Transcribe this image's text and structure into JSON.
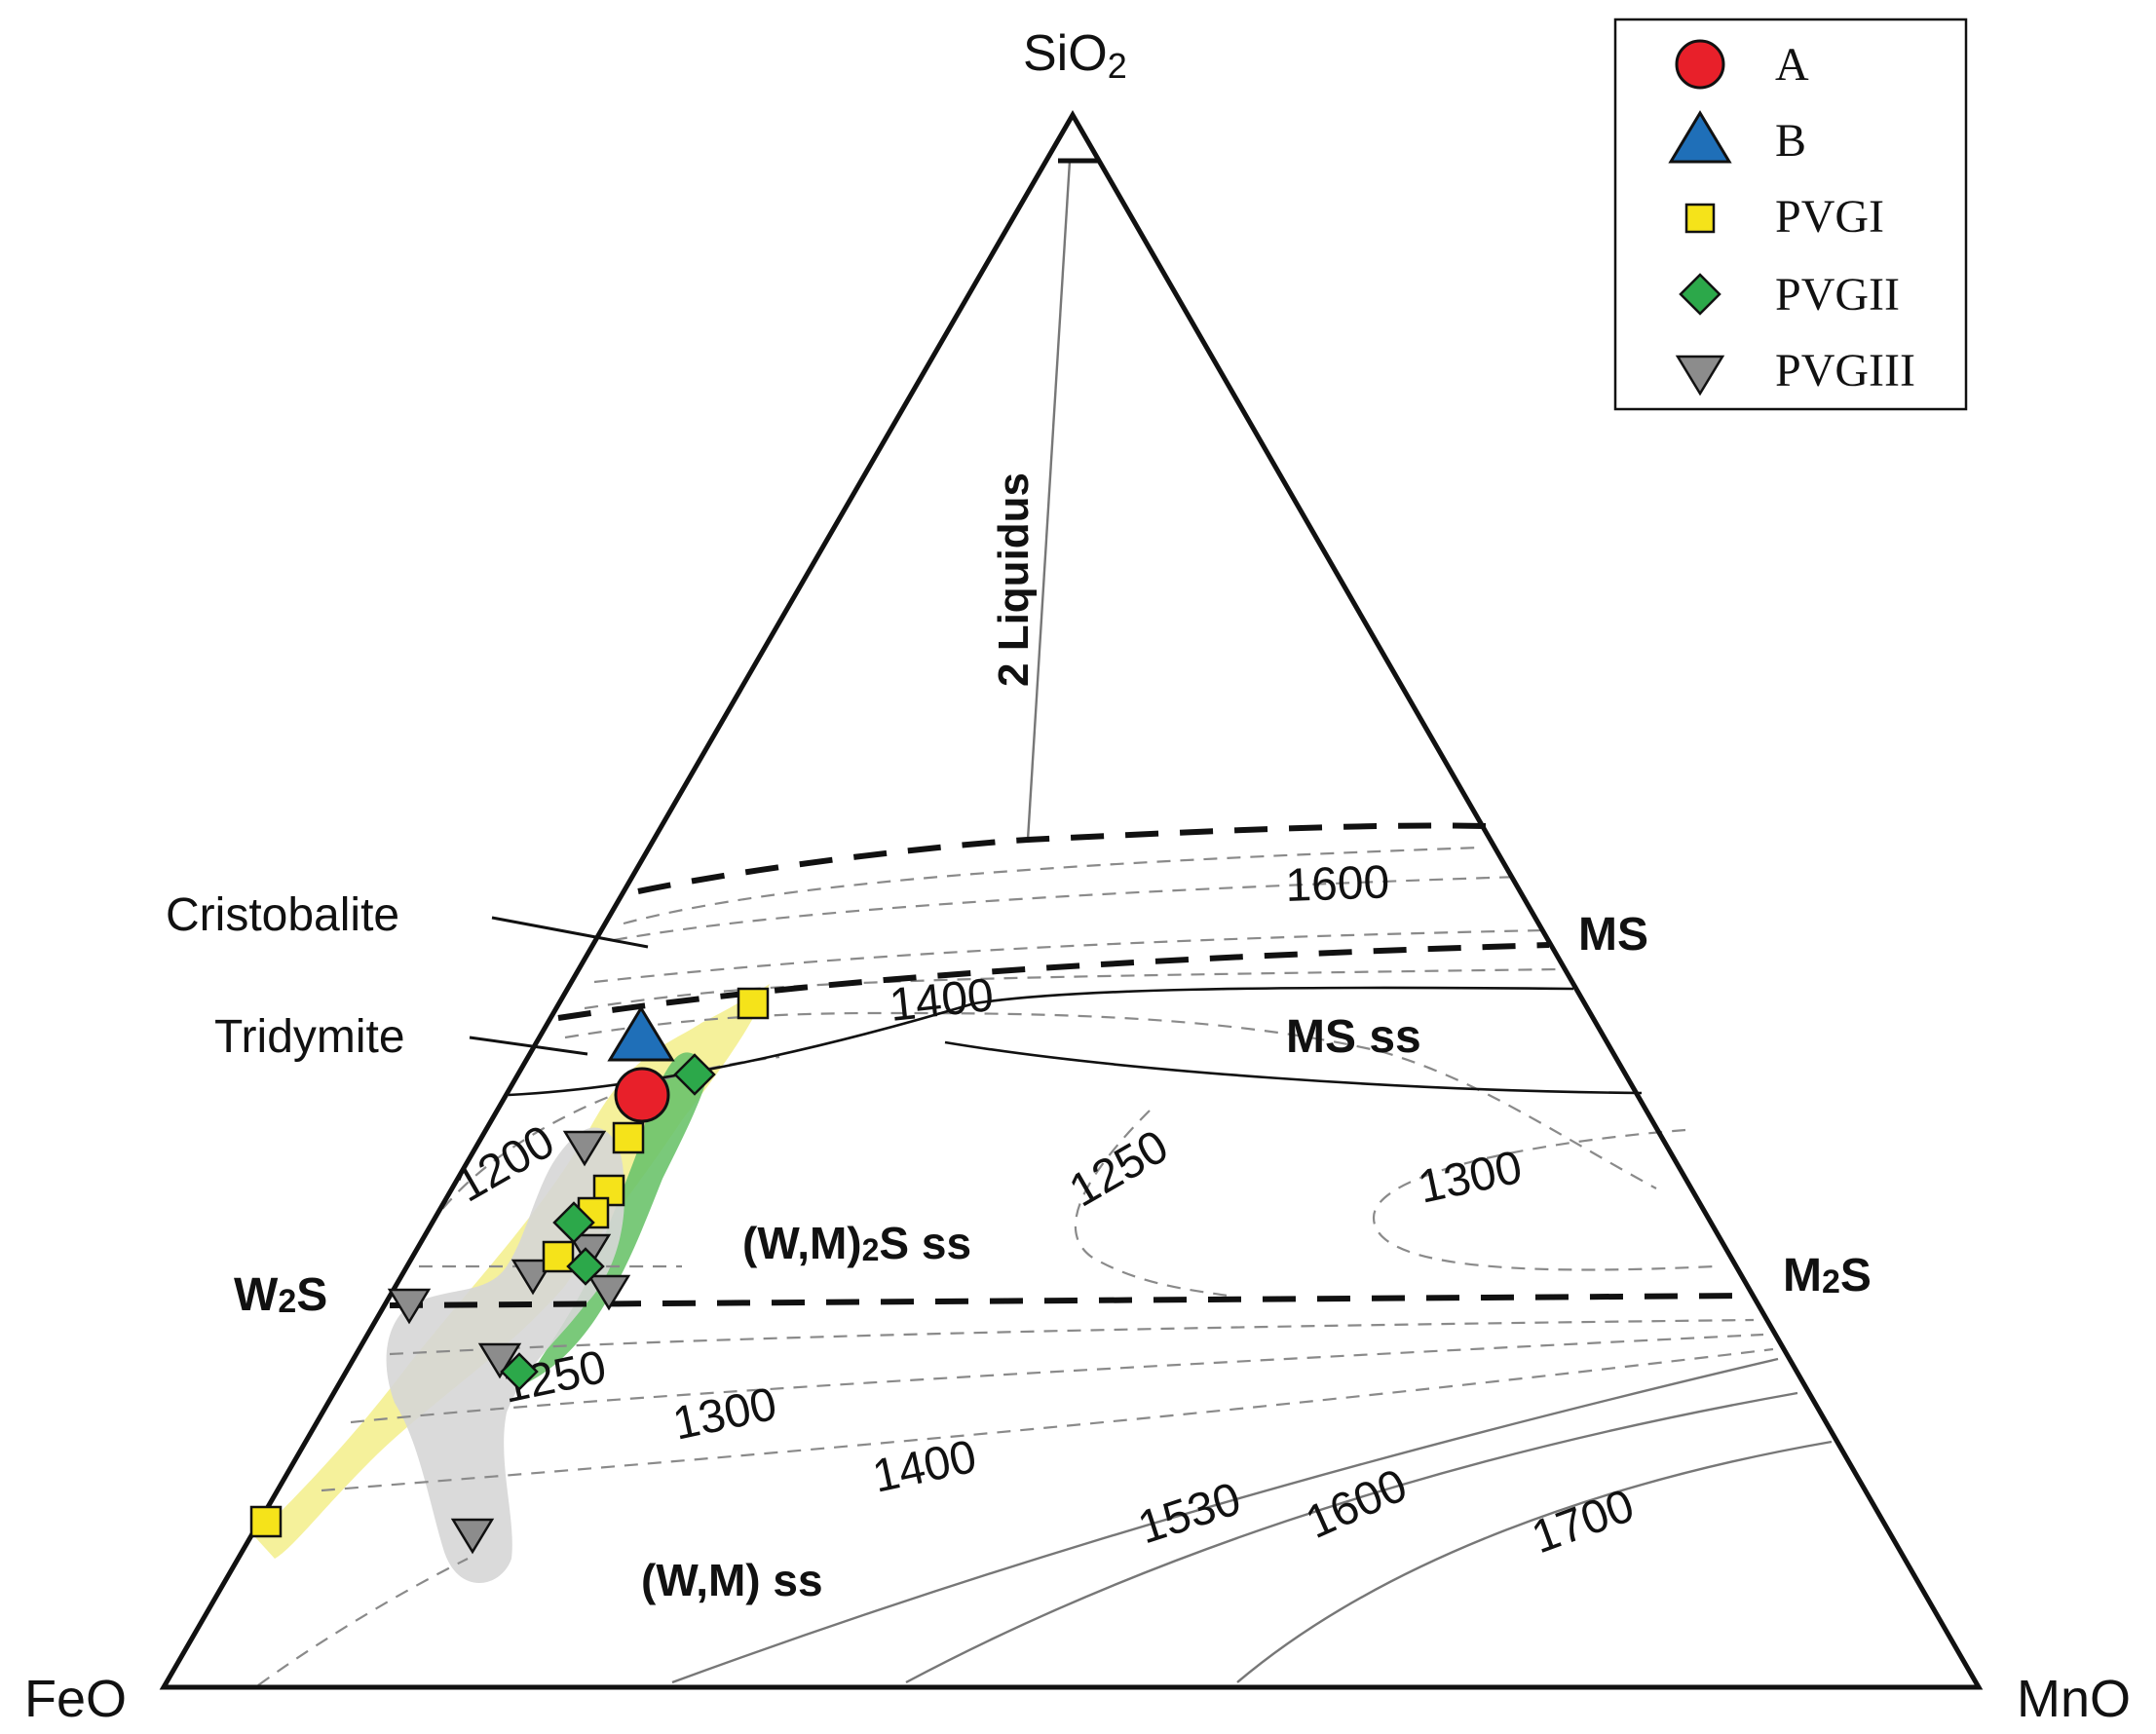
{
  "vertices": {
    "top": "SiO2",
    "left": "FeO",
    "right": "MnO"
  },
  "labels": {
    "liquidus": "2 Liquidus",
    "cristobalite": "Cristobalite",
    "tridymite": "Tridymite",
    "ms": "MS",
    "ms_ss": "MS ss",
    "w2s": "W2S",
    "m2s": "M2S",
    "wm2s_ss": "(W,M)2S ss",
    "wm_ss": "(W,M) ss"
  },
  "isotherms": {
    "t1600_top": "1600",
    "t1400_top": "1400",
    "t1200": "1200",
    "t1250_mid": "1250",
    "t1300_mid": "1300",
    "t1250_low": "1250",
    "t1300_low": "1300",
    "t1400_low": "1400",
    "t1530": "1530",
    "t1600_low": "1600",
    "t1700": "1700"
  },
  "legend": {
    "items": [
      {
        "label": "A",
        "marker": "circle",
        "color": "#e8202a"
      },
      {
        "label": "B",
        "marker": "triangle-up",
        "color": "#1f6fb8"
      },
      {
        "label": "PVGI",
        "marker": "square",
        "color": "#f5e31a"
      },
      {
        "label": "PVGII",
        "marker": "diamond",
        "color": "#2ca84a"
      },
      {
        "label": "PVGIII",
        "marker": "triangle-down",
        "color": "#8c8c8c"
      }
    ]
  },
  "colors": {
    "field_yellow": "#f3ee8a",
    "field_green": "#6cc36c",
    "field_grey": "#d8d8d8"
  }
}
